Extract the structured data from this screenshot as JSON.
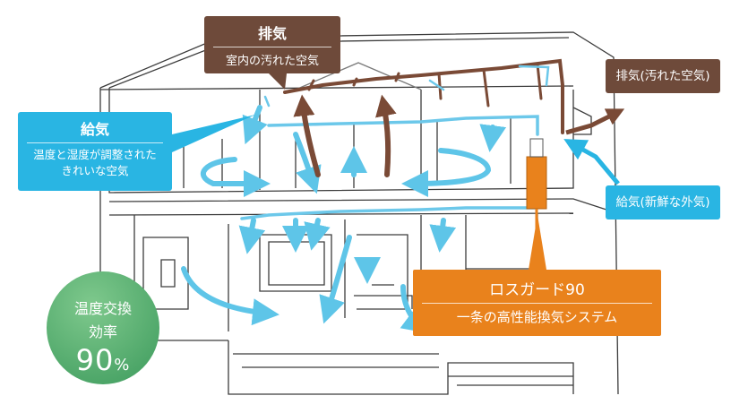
{
  "callouts": {
    "exhaust_main": {
      "title": "排気",
      "subtitle": "室内の汚れた空気"
    },
    "supply_main": {
      "title": "給気",
      "line1": "温度と湿度が調整された",
      "line2": "きれいな空気"
    },
    "exhaust_outside": "排気(汚れた空気)",
    "supply_outside": "給気(新鮮な外気)",
    "product": {
      "name": "ロスガード90",
      "tagline": "一条の高性能換気システム"
    }
  },
  "badge": {
    "line1": "温度交換",
    "line2": "効率",
    "value": "90",
    "unit": "%"
  },
  "colors": {
    "exhaust": "#6e4a3a",
    "supply": "#29b5e3",
    "product": "#e9821c",
    "badge": "#4fa86a",
    "linework": "#3c3c3c"
  },
  "icons": [
    "house-cutaway",
    "supply-airflow-arrow",
    "exhaust-airflow-arrow",
    "ventilation-unit",
    "duct"
  ]
}
